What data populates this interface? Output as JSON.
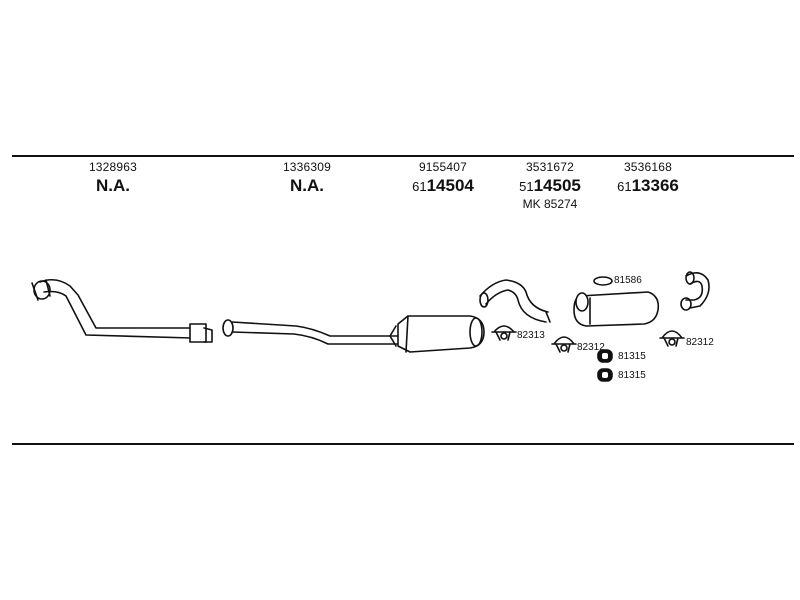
{
  "columns": [
    {
      "code": "1328963",
      "part": "N.A."
    },
    {
      "code": "1336309",
      "part": "N.A."
    },
    {
      "code": "9155407",
      "prefix": "61",
      "part": "14504"
    },
    {
      "code": "3531672",
      "prefix": "51",
      "part": "14505",
      "extra": "MK  85274"
    },
    {
      "code": "3536168",
      "prefix": "61",
      "part": "13366"
    }
  ],
  "labels": {
    "gasket": "81586",
    "clamp_a": "82313",
    "clamp_b": "82312",
    "clamp_c": "82312",
    "hanger_a": "81315",
    "hanger_b": "81315"
  }
}
